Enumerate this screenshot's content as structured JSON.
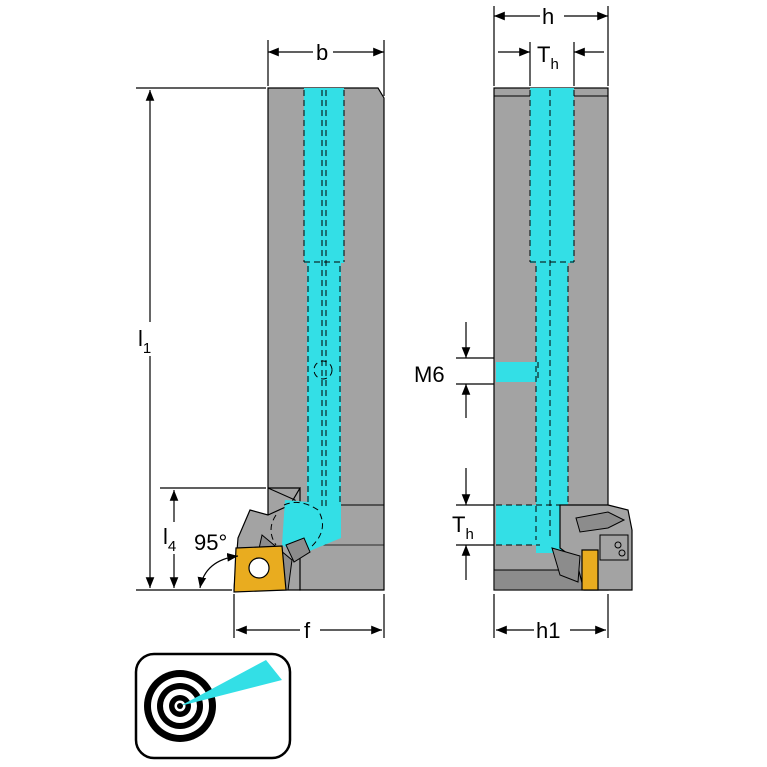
{
  "colors": {
    "body": "#a3a3a3",
    "body_dark": "#7d7d7d",
    "coolant": "#33dfe6",
    "insert": "#e9ac1f",
    "line": "#000000"
  },
  "dimensions": {
    "b": "b",
    "h": "h",
    "T_main": "T",
    "T_sub": "h",
    "T2_main": "T",
    "T2_sub": "h",
    "l1_main": "l",
    "l1_sub": "1",
    "l4_main": "l",
    "l4_sub": "4",
    "angle": "95°",
    "f": "f",
    "M6": "M6",
    "h1": "h1"
  },
  "icons": {
    "coolant_target": "internal-coolant-icon"
  }
}
